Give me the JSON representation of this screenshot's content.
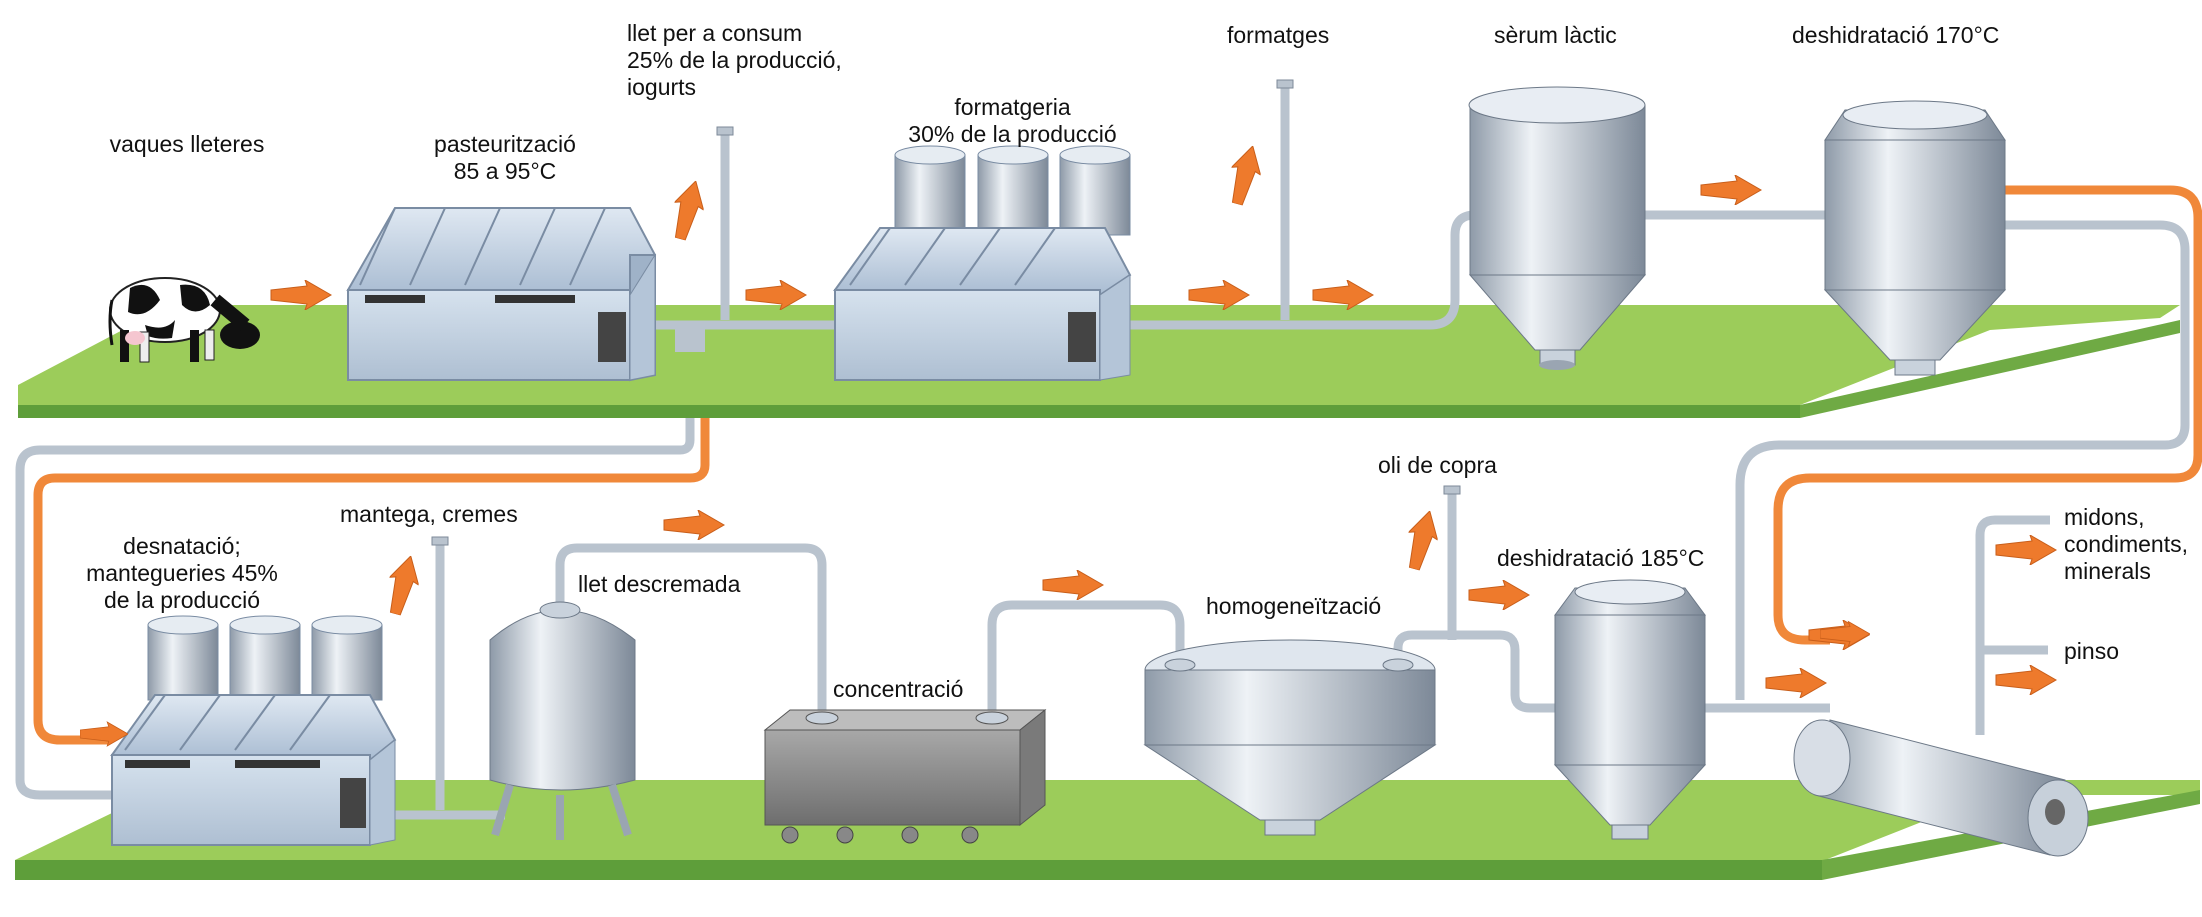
{
  "labels": {
    "vaques_lleteres": "vaques lleteres",
    "pasteuritzacio_1": "pasteurització",
    "pasteuritzacio_2": "85 a 95°C",
    "llet_consum_1": "llet per a consum",
    "llet_consum_2": "25% de la producció,",
    "llet_consum_3": "iogurts",
    "formatgeria_1": "formatgeria",
    "formatgeria_2": "30% de la producció",
    "formatges": "formatges",
    "serum_lactic": "sèrum làctic",
    "deshidratacio_170": "deshidratació 170°C",
    "desnatacio_1": "desnatació;",
    "desnatacio_2": "mantegueries 45%",
    "desnatacio_3": "de la producció",
    "mantega_cremes": "mantega, cremes",
    "llet_descremada": "llet descremada",
    "concentracio": "concentració",
    "homogeneitzacio": "homogeneïtzació",
    "oli_copra": "oli de copra",
    "deshidratacio_185": "deshidratació 185°C",
    "midons_1": "midons,",
    "midons_2": "condiments,",
    "midons_3": "minerals",
    "pinso": "pinso"
  },
  "colors": {
    "ground": "#9ccc5a",
    "ground_edge": "#5e9e3a",
    "building_wall": "#c9d8e8",
    "building_roof": "#a9bed6",
    "tank": "#c7d2df",
    "machine": "#8a8a8a",
    "pipe": "#b9c3ce",
    "pipe_orange": "#f0883a",
    "arrow": "#ee7a2c"
  }
}
